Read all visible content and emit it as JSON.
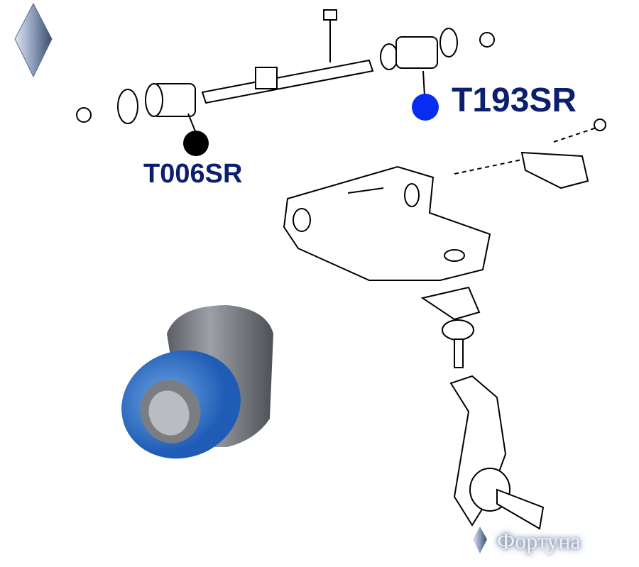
{
  "callouts": [
    {
      "part_number": "T193SR",
      "marker_color": "#0a2cf0"
    },
    {
      "part_number": "T006SR",
      "marker_color": "#000000"
    }
  ],
  "brand": {
    "name": "Фортуна"
  },
  "colors": {
    "label": "#0b1f6e",
    "bushing_blue": "#2f6fc7",
    "bushing_metal": "#6e7278"
  }
}
